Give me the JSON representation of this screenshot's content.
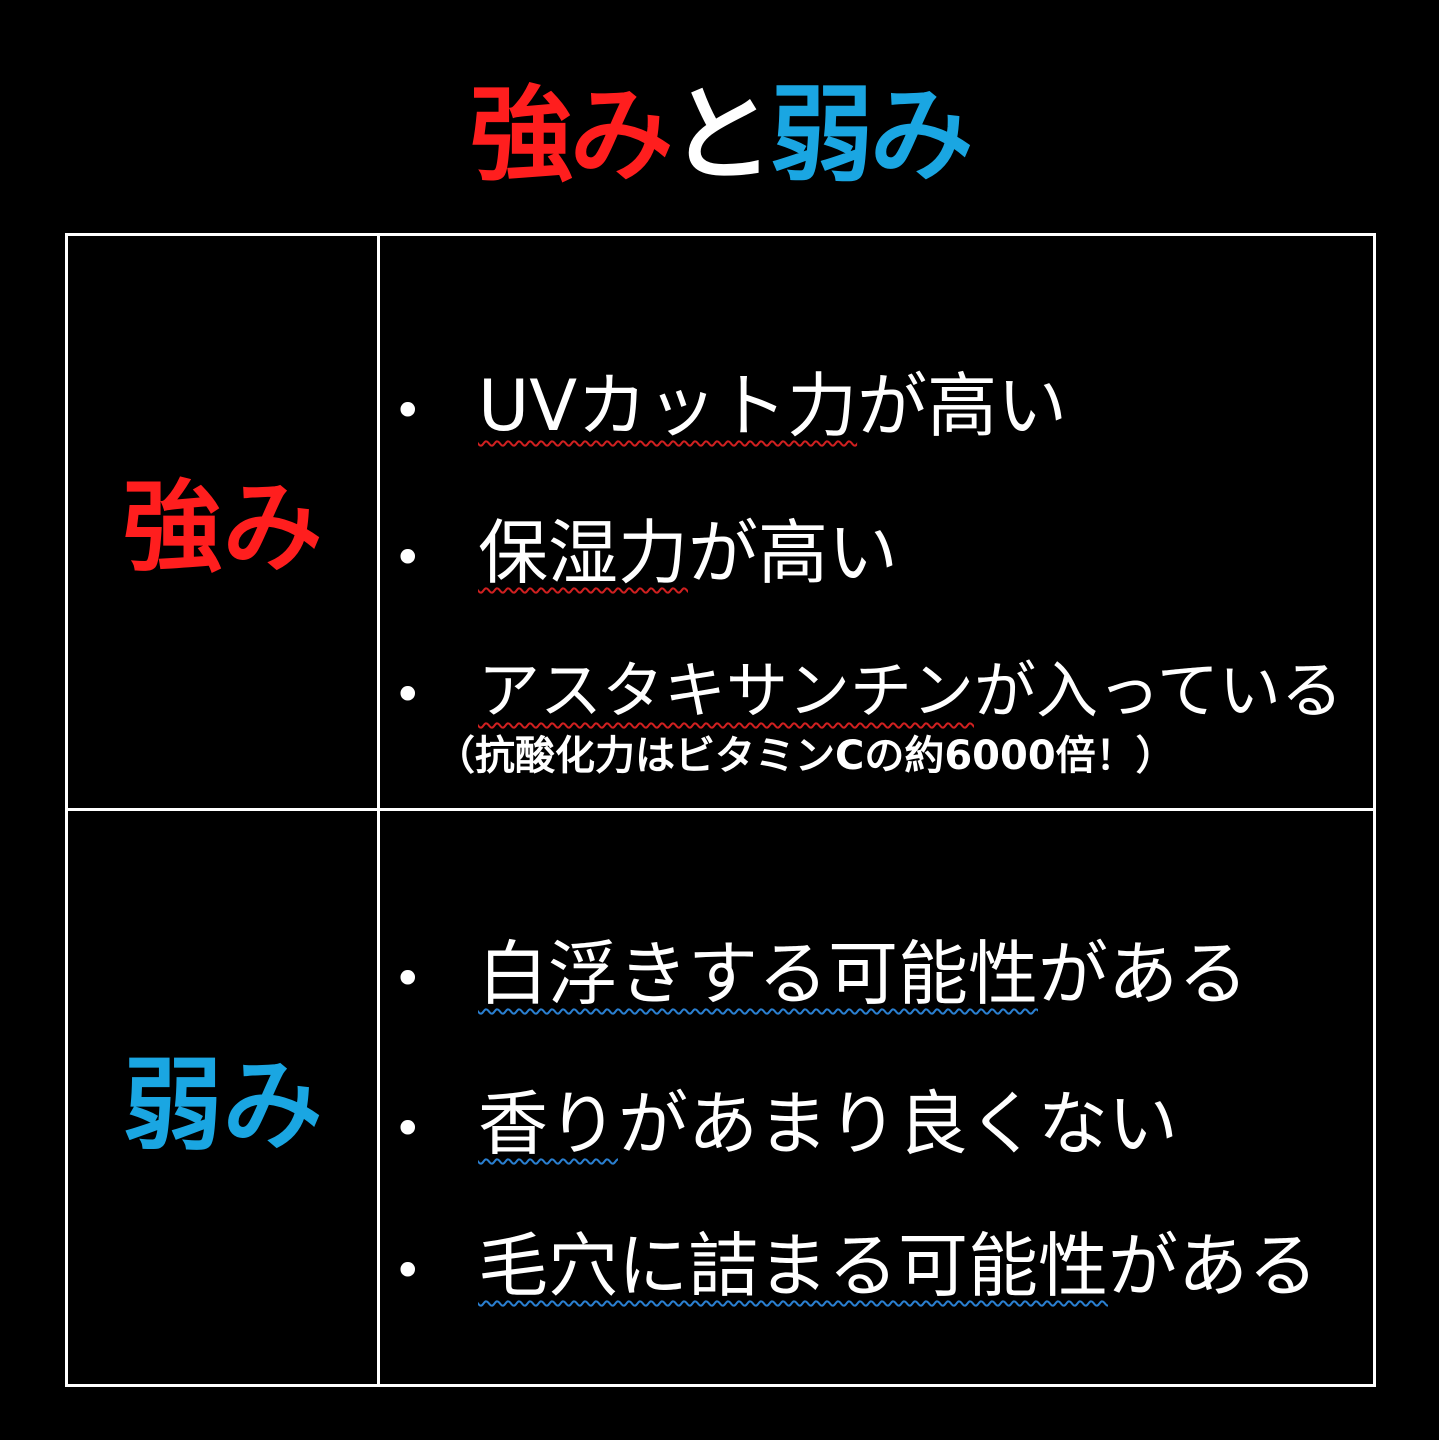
{
  "title": {
    "part1": "強み",
    "part2": "と",
    "part3": "弱み"
  },
  "colors": {
    "strength": "#ff1e1e",
    "weakness": "#1aa6e2"
  },
  "strengths": {
    "label": "強み",
    "items": [
      {
        "underlined": "UVカット力",
        "rest": "が高い"
      },
      {
        "underlined": "保湿力",
        "rest": "が高い"
      },
      {
        "underlined": "アスタキサンチン",
        "rest": "が入っている"
      }
    ],
    "note": "（抗酸化力はビタミンCの約6000倍！）"
  },
  "weaknesses": {
    "label": "弱み",
    "items": [
      {
        "underlined": "白浮きする可能性",
        "rest": "がある"
      },
      {
        "underlined": "香り",
        "rest": "があまり良くない"
      },
      {
        "underlined": "毛穴に詰まる可能性",
        "rest": "がある"
      }
    ]
  },
  "bullet": "•"
}
